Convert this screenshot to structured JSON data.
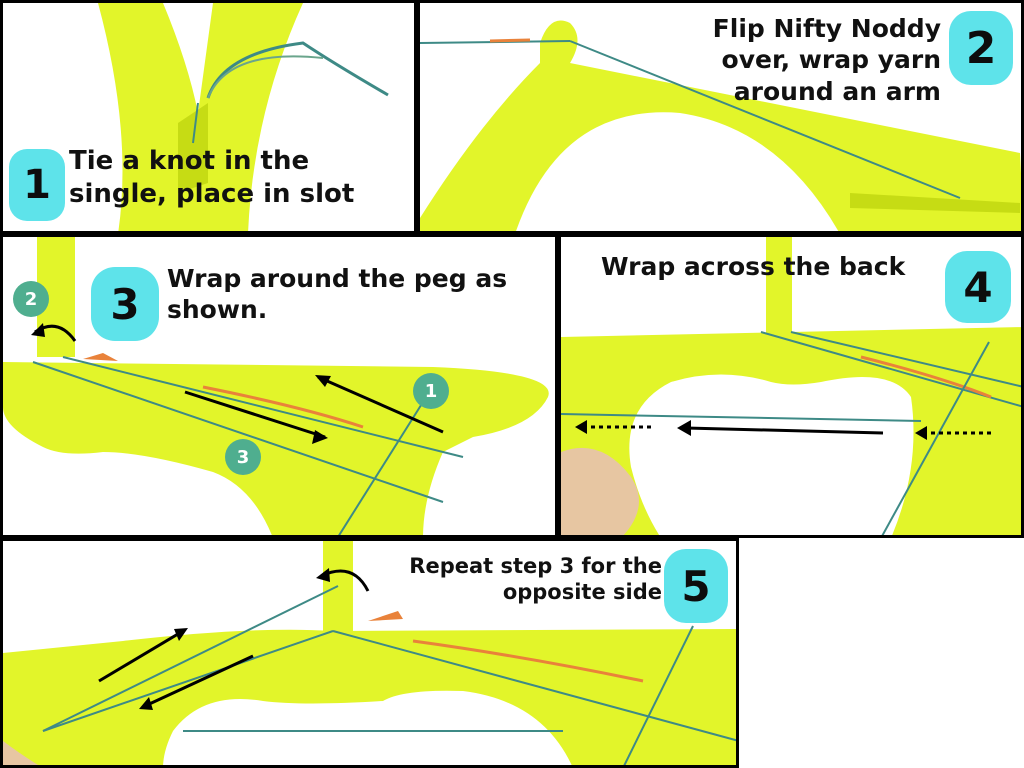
{
  "colors": {
    "badge": "#5ee3ea",
    "mini_badge": "#4fae8f",
    "tool": "#e2f52a",
    "tool_shade": "#c6dc14",
    "yarn": "#3e8a86",
    "yarn_accent": "#e9823a",
    "border": "#000000"
  },
  "steps": [
    {
      "number": "1",
      "text_lines": [
        "Tie a knot in the",
        "single, place in slot"
      ]
    },
    {
      "number": "2",
      "text_lines": [
        "Flip Nifty Noddy",
        "over, wrap yarn",
        "around an arm"
      ]
    },
    {
      "number": "3",
      "text_lines": [
        "Wrap around the peg as",
        "shown."
      ],
      "markers": [
        "1",
        "2",
        "3"
      ]
    },
    {
      "number": "4",
      "text_lines": [
        "Wrap across the back"
      ]
    },
    {
      "number": "5",
      "text_lines": [
        "Repeat step 3 for the",
        "opposite side"
      ]
    }
  ],
  "icons": [
    "curved-arrow-icon",
    "straight-arrow-icon",
    "dotted-arrow-icon"
  ]
}
